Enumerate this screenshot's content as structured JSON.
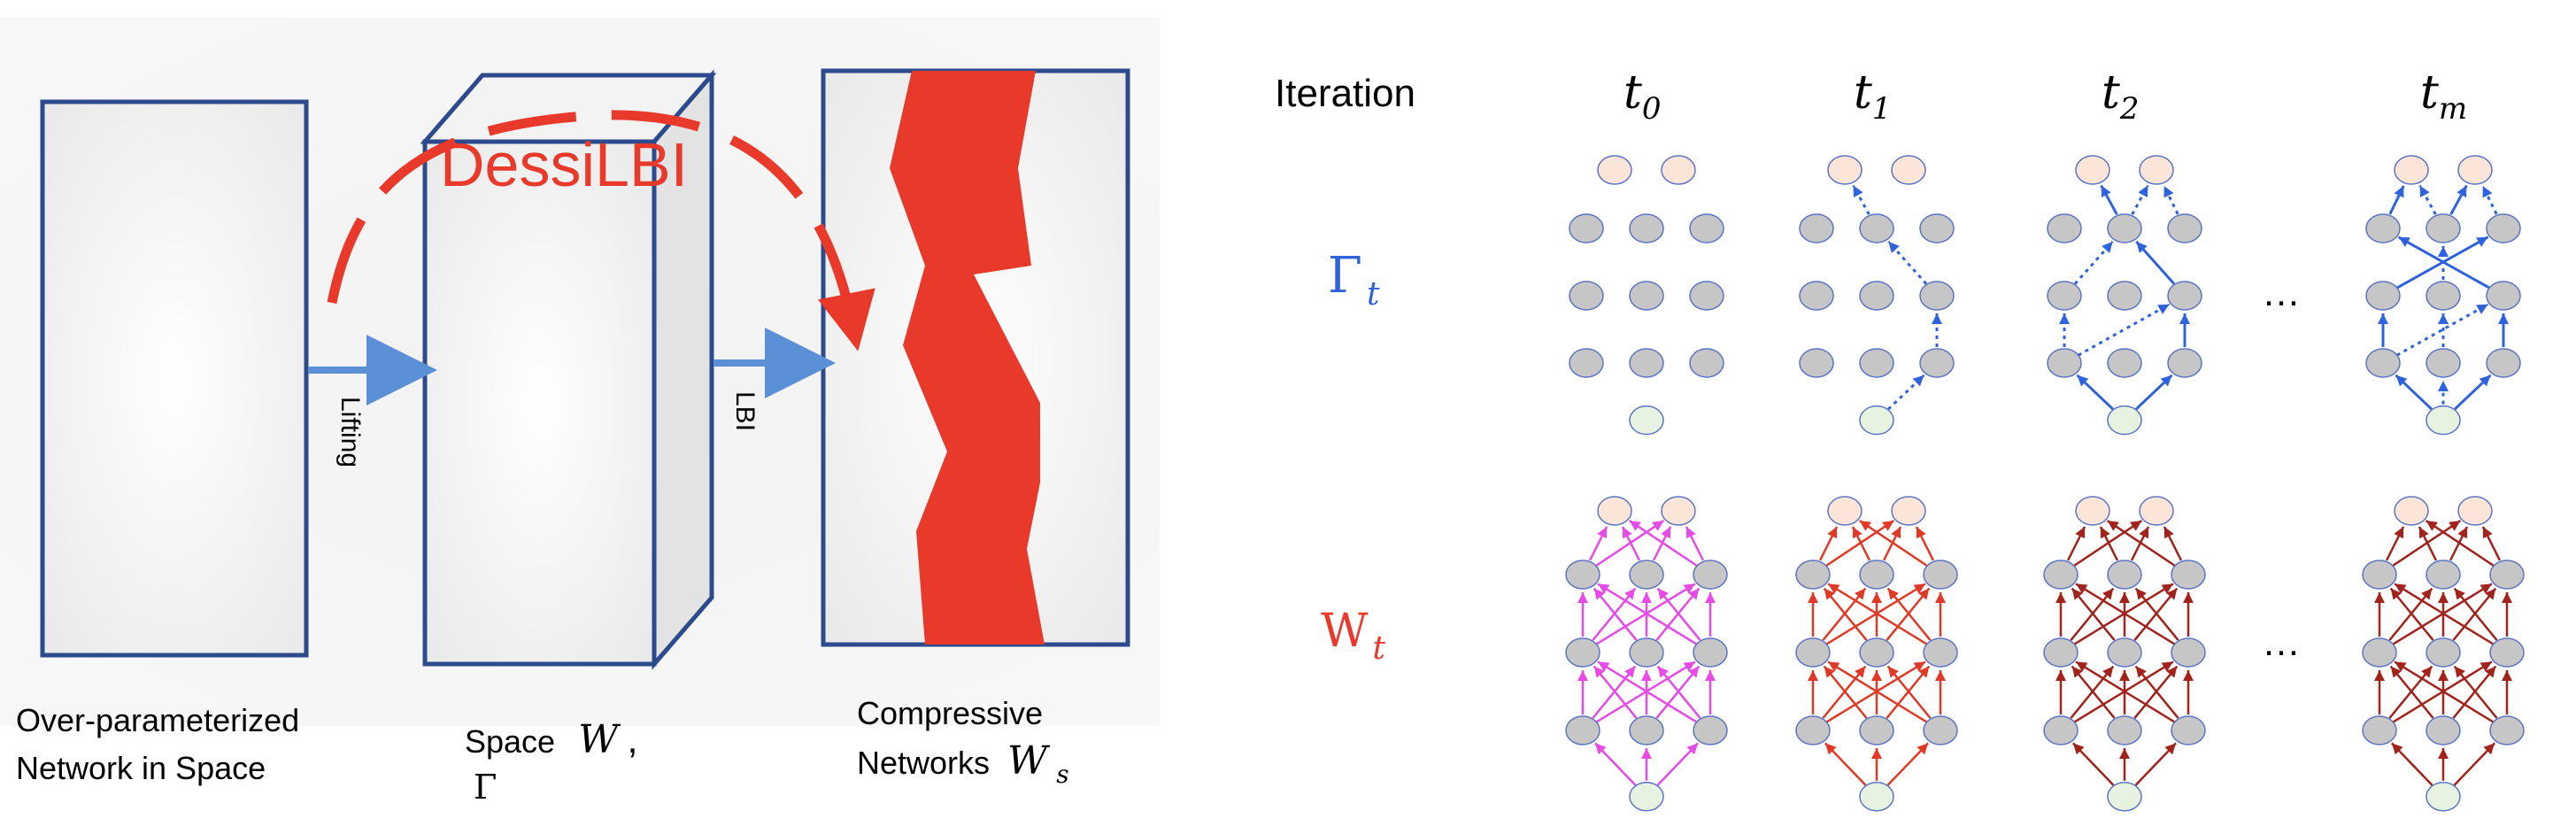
{
  "left_panel": {
    "arc_label": "DessiLBI",
    "lifting_label": "Lifting",
    "lbi_label": "LBI",
    "caption_over_line1": "Over-parameterized",
    "caption_over_line2": "Network in Space",
    "caption_space_text": "Space",
    "caption_space_w": "W",
    "caption_space_comma": ",",
    "caption_space_gamma": "Γ",
    "caption_comp_line1": "Compressive",
    "caption_comp_line2": "Networks",
    "caption_comp_w": "W",
    "caption_comp_sub": "s"
  },
  "right_panel": {
    "iteration_label": "Iteration",
    "columns": [
      {
        "name": "t",
        "sub": "0"
      },
      {
        "name": "t",
        "sub": "1"
      },
      {
        "name": "t",
        "sub": "2"
      },
      {
        "name": "t",
        "sub": "m"
      }
    ],
    "gamma_row_label": "Γ",
    "gamma_row_sub": "t",
    "w_row_label": "W",
    "w_row_sub": "t",
    "ellipsis": "…"
  },
  "colors": {
    "box_stroke": "#2c4a8c",
    "arrow_blue": "#5b8fd6",
    "dessilbi_red": "#e8392b",
    "compressive_fill": "#e8392b",
    "gamma_blue": "#2f62dd",
    "w_red": "#e8392b",
    "node_gray": "#c6c6c6",
    "node_top": "#fbe4d8",
    "node_bottom": "#e7f2e0",
    "node_stroke": "#5b74c4",
    "magenta": "#e64be6",
    "red_t1": "#e03a26",
    "darkred": "#a2231b"
  }
}
